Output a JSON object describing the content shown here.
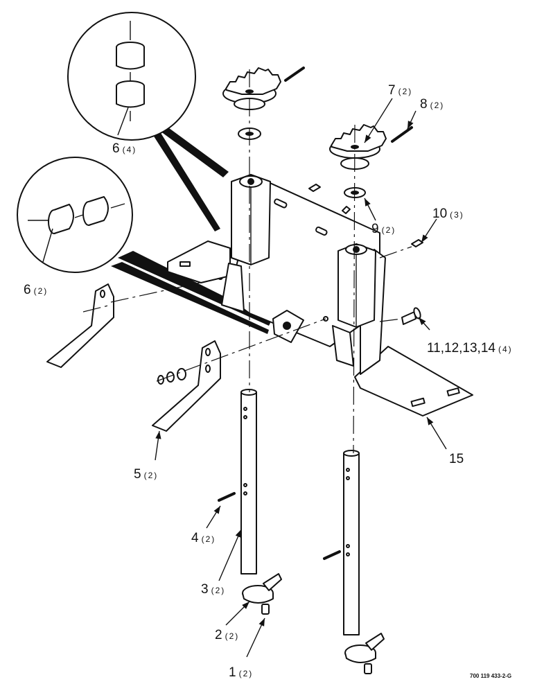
{
  "callouts": [
    {
      "id": "1",
      "number": "1",
      "qty": "(2)"
    },
    {
      "id": "2",
      "number": "2",
      "qty": "(2)"
    },
    {
      "id": "3",
      "number": "3",
      "qty": "(2)"
    },
    {
      "id": "4",
      "number": "4",
      "qty": "(2)"
    },
    {
      "id": "5",
      "number": "5",
      "qty": "(2)"
    },
    {
      "id": "6a",
      "number": "6",
      "qty": "(4)"
    },
    {
      "id": "6b",
      "number": "6",
      "qty": "(2)"
    },
    {
      "id": "7",
      "number": "7",
      "qty": "(2)"
    },
    {
      "id": "8",
      "number": "8",
      "qty": "(2)"
    },
    {
      "id": "9",
      "number": "9",
      "qty": "(2)"
    },
    {
      "id": "10",
      "number": "10",
      "qty": "(3)"
    },
    {
      "id": "11-14",
      "number": "11,12,13,14",
      "qty": "(4)"
    },
    {
      "id": "15",
      "number": "15",
      "qty": ""
    }
  ],
  "drawing_code": "700 119 433-2-G"
}
